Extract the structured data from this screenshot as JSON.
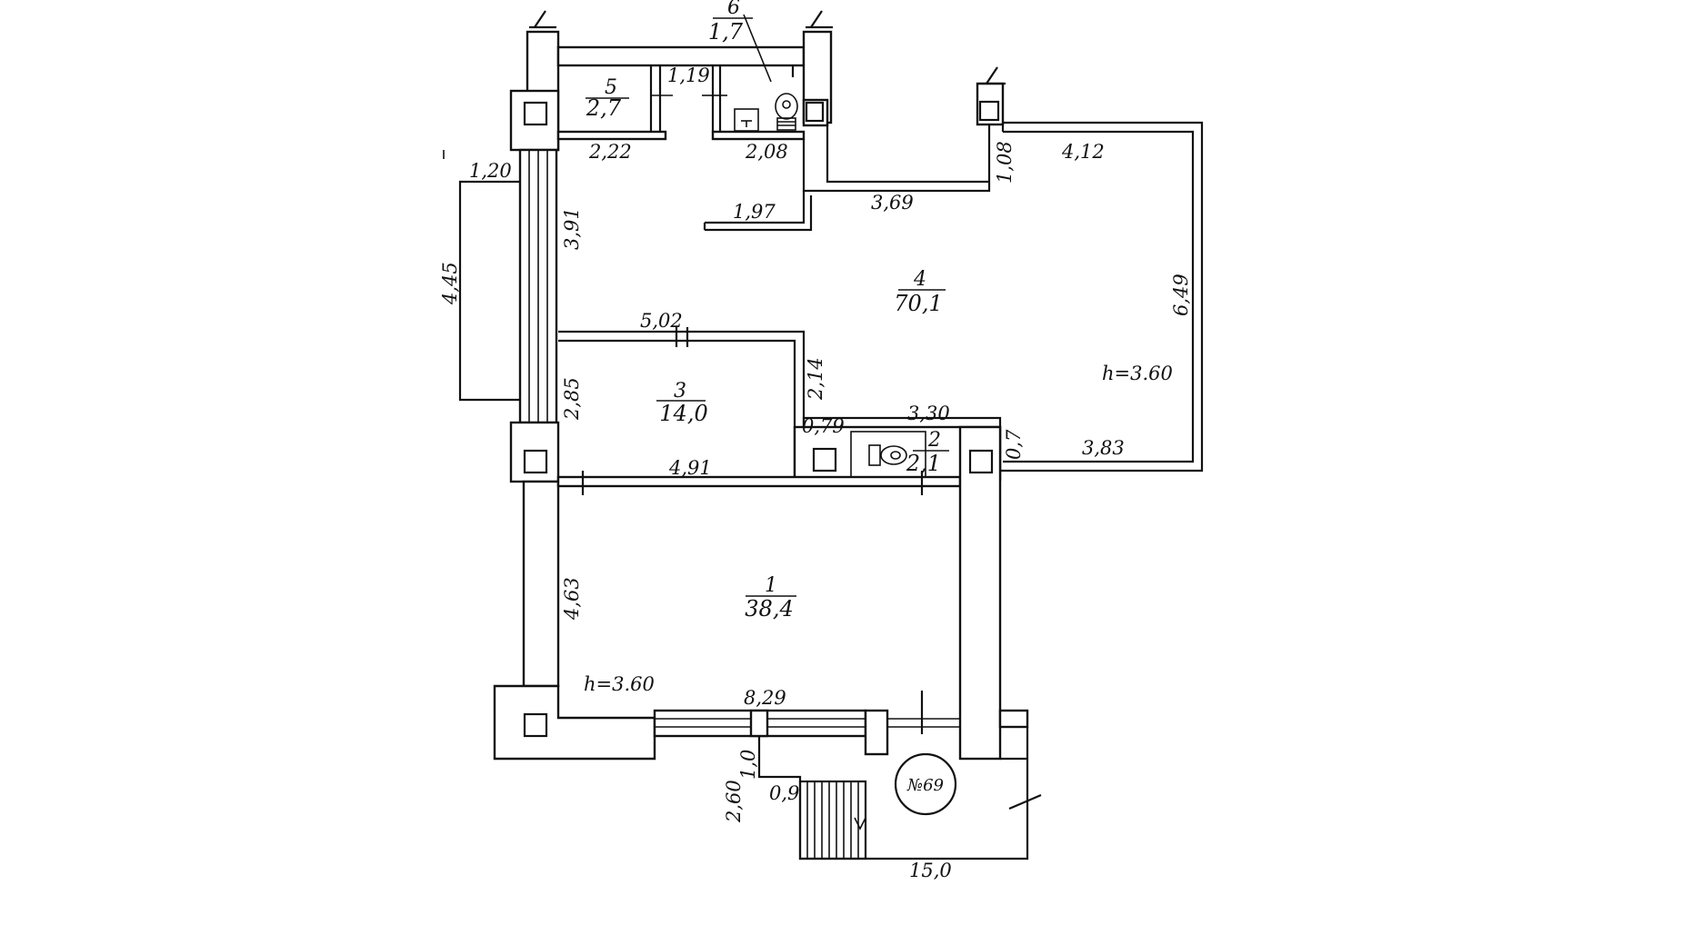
{
  "rooms": [
    {
      "number": "1",
      "area": "38,4"
    },
    {
      "number": "2",
      "area": "2,1"
    },
    {
      "number": "3",
      "area": "14,0"
    },
    {
      "number": "4",
      "area": "70,1"
    },
    {
      "number": "5",
      "area": "2,7"
    },
    {
      "number": "6",
      "area": "1,7"
    }
  ],
  "dimensions": {
    "d_1_20": "1,20",
    "d_4_45": "4,45",
    "d_3_91": "3,91",
    "d_2_22": "2,22",
    "d_1_19": "1,19",
    "d_2_08": "2,08",
    "d_1_97": "1,97",
    "d_3_69": "3,69",
    "d_1_08": "1,08",
    "d_4_12": "4,12",
    "d_6_49": "6,49",
    "d_5_02": "5,02",
    "d_2_14": "2,14",
    "d_2_85": "2,85",
    "d_0_79": "0,79",
    "d_3_30": "3,30",
    "d_0_7": "0,7",
    "d_3_83": "3,83",
    "d_4_91": "4,91",
    "d_4_63": "4,63",
    "d_8_29": "8,29",
    "d_1_0": "1,0",
    "d_0_9": "0,9",
    "d_2_60": "2,60",
    "d_15_0": "15,0"
  },
  "heights": {
    "room1": "h=3.60",
    "room4": "h=3.60"
  },
  "stamp": "№69"
}
